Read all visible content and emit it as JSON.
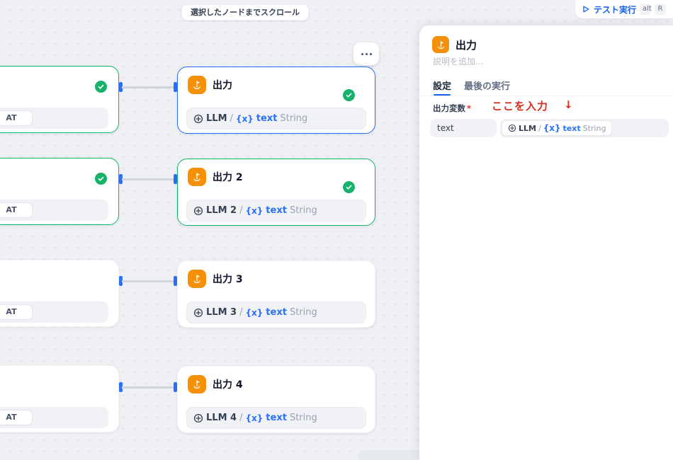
{
  "colors": {
    "accent_blue": "#2970ff",
    "run_blue": "#155eef",
    "success_green": "#12b76a",
    "node_orange": "#f79009",
    "annotation_red": "#d92d20",
    "canvas_bg": "#eef0f4"
  },
  "canvas": {
    "scroll_button_label": "選択したノードまでスクロール"
  },
  "toolbar": {
    "run_label": "テスト実行",
    "shortcut_keys": [
      "alt",
      "R"
    ]
  },
  "tokens": {
    "slash": "/",
    "braces": "{x}"
  },
  "rows": [
    {
      "left": {
        "chip": "AT"
      },
      "right": {
        "title": "出力",
        "source": "LLM",
        "var": "text",
        "type": "String"
      }
    },
    {
      "left": {
        "chip": "AT"
      },
      "right": {
        "title": "出力 2",
        "source": "LLM 2",
        "var": "text",
        "type": "String"
      }
    },
    {
      "left": {
        "chip": "AT"
      },
      "right": {
        "title": "出力 3",
        "source": "LLM 3",
        "var": "text",
        "type": "String"
      }
    },
    {
      "left": {
        "chip": "AT"
      },
      "right": {
        "title": "出力 4",
        "source": "LLM 4",
        "var": "text",
        "type": "String"
      }
    }
  ],
  "panel": {
    "title": "出力",
    "description_placeholder": "説明を追加...",
    "tabs": [
      {
        "label": "設定"
      },
      {
        "label": "最後の実行"
      }
    ],
    "field_label": "出力変数",
    "required_mark": "*",
    "annotation_text": "ここを入力",
    "annotation_arrow": "↓",
    "var_name": "text",
    "value": {
      "source": "LLM",
      "var": "text",
      "type": "String"
    }
  }
}
